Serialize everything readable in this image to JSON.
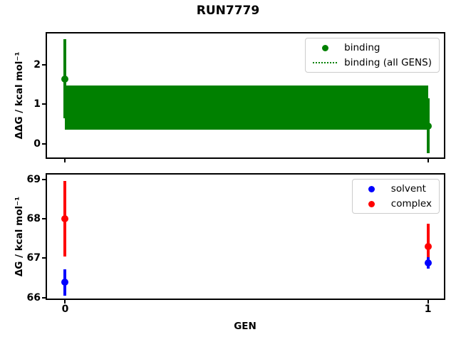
{
  "figure": {
    "title": "RUN7779",
    "background_color": "#ffffff",
    "frame_color": "#000000"
  },
  "chart_data": [
    {
      "type": "errorbar",
      "position": "top",
      "ylabel": "ΔΔG / kcal mol⁻¹",
      "xlabel": "",
      "xlim": [
        -0.05,
        1.044
      ],
      "ylim": [
        -0.35,
        2.8
      ],
      "grid": false,
      "yticks": [
        {
          "value": 0,
          "label": "0"
        },
        {
          "value": 1,
          "label": "1"
        },
        {
          "value": 2,
          "label": "2"
        }
      ],
      "xticks": [
        {
          "value": 0,
          "label": ""
        },
        {
          "value": 1,
          "label": ""
        }
      ],
      "band": {
        "label": "binding (all GENS)",
        "x_start": 0,
        "x_end": 1,
        "y_low": 0.35,
        "y_high": 1.47,
        "color": "#008000",
        "line_style": "dotted"
      },
      "series": [
        {
          "name": "binding",
          "color": "#008000",
          "marker": "circle",
          "x": [
            0,
            1
          ],
          "y": [
            1.65,
            0.45
          ],
          "yerr": [
            1.0,
            0.7
          ]
        }
      ],
      "legend": {
        "location": "upper right",
        "entries": [
          {
            "label": "binding",
            "glyph": "dot",
            "color": "#008000"
          },
          {
            "label": "binding (all GENS)",
            "glyph": "dotted-line",
            "color": "#008000"
          }
        ]
      }
    },
    {
      "type": "errorbar",
      "position": "bottom",
      "ylabel": "ΔG / kcal mol⁻¹",
      "xlabel": "GEN",
      "xlim": [
        -0.05,
        1.044
      ],
      "ylim": [
        65.98,
        69.12
      ],
      "grid": false,
      "yticks": [
        {
          "value": 66,
          "label": "66"
        },
        {
          "value": 67,
          "label": "67"
        },
        {
          "value": 68,
          "label": "68"
        },
        {
          "value": 69,
          "label": "69"
        }
      ],
      "xticks": [
        {
          "value": 0,
          "label": "0"
        },
        {
          "value": 1,
          "label": "1"
        }
      ],
      "series": [
        {
          "name": "complex",
          "color": "#ff0000",
          "marker": "circle",
          "x": [
            0,
            1
          ],
          "y": [
            68.0,
            67.3
          ],
          "yerr": [
            0.95,
            0.57
          ]
        },
        {
          "name": "solvent",
          "color": "#0000ff",
          "marker": "circle",
          "x": [
            0,
            1
          ],
          "y": [
            66.39,
            66.88
          ],
          "yerr": [
            0.33,
            0.15
          ]
        }
      ],
      "legend": {
        "location": "upper right",
        "entries": [
          {
            "label": "solvent",
            "glyph": "dot",
            "color": "#0000ff"
          },
          {
            "label": "complex",
            "glyph": "dot",
            "color": "#ff0000"
          }
        ]
      }
    }
  ]
}
